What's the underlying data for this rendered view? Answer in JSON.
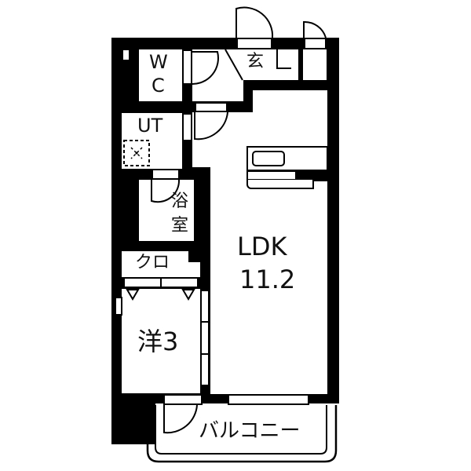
{
  "floorplan": {
    "rooms": {
      "wc": {
        "line1": "W",
        "line2": "C"
      },
      "entrance": {
        "label": "玄"
      },
      "utility": {
        "label": "UT"
      },
      "bath": {
        "line1": "浴",
        "line2": "室"
      },
      "closet": {
        "label": "クロ"
      },
      "ldk": {
        "line1": "LDK",
        "line2": "11.2"
      },
      "western_room": {
        "label": "洋3"
      },
      "balcony": {
        "label": "バルコニー"
      }
    },
    "colors": {
      "wall": "#000000",
      "floor": "#ffffff",
      "line": "#111111"
    }
  }
}
